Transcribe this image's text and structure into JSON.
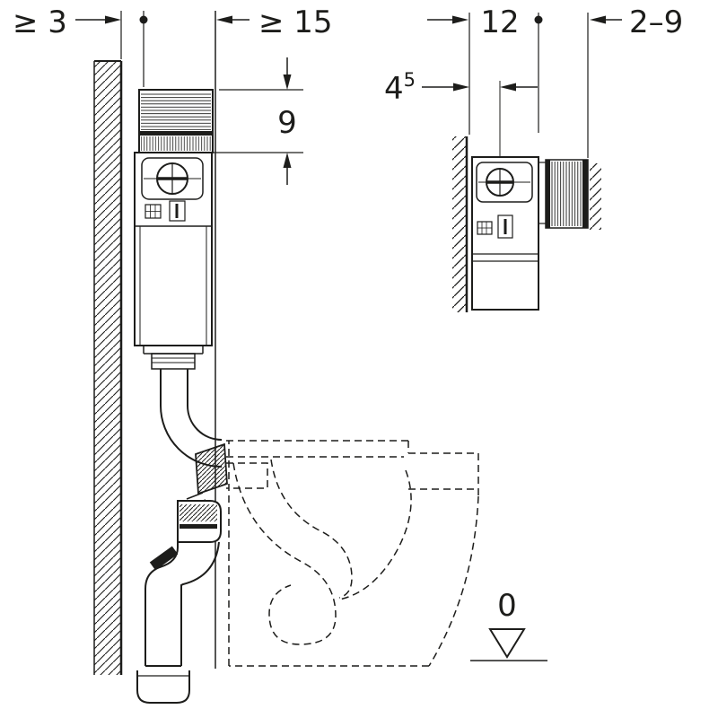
{
  "diagram": {
    "type": "concealed-cistern-installation-dimension-drawing",
    "labels": {
      "wall_gap": "≥ 3",
      "front_clearance": "≥ 15",
      "box_height": "9",
      "depth": "12",
      "offset_base": "4",
      "offset_sup": "5",
      "finish_range": "2–9",
      "floor_level": "0"
    },
    "colors": {
      "line": "#1d1d1b",
      "background": "#ffffff"
    }
  }
}
